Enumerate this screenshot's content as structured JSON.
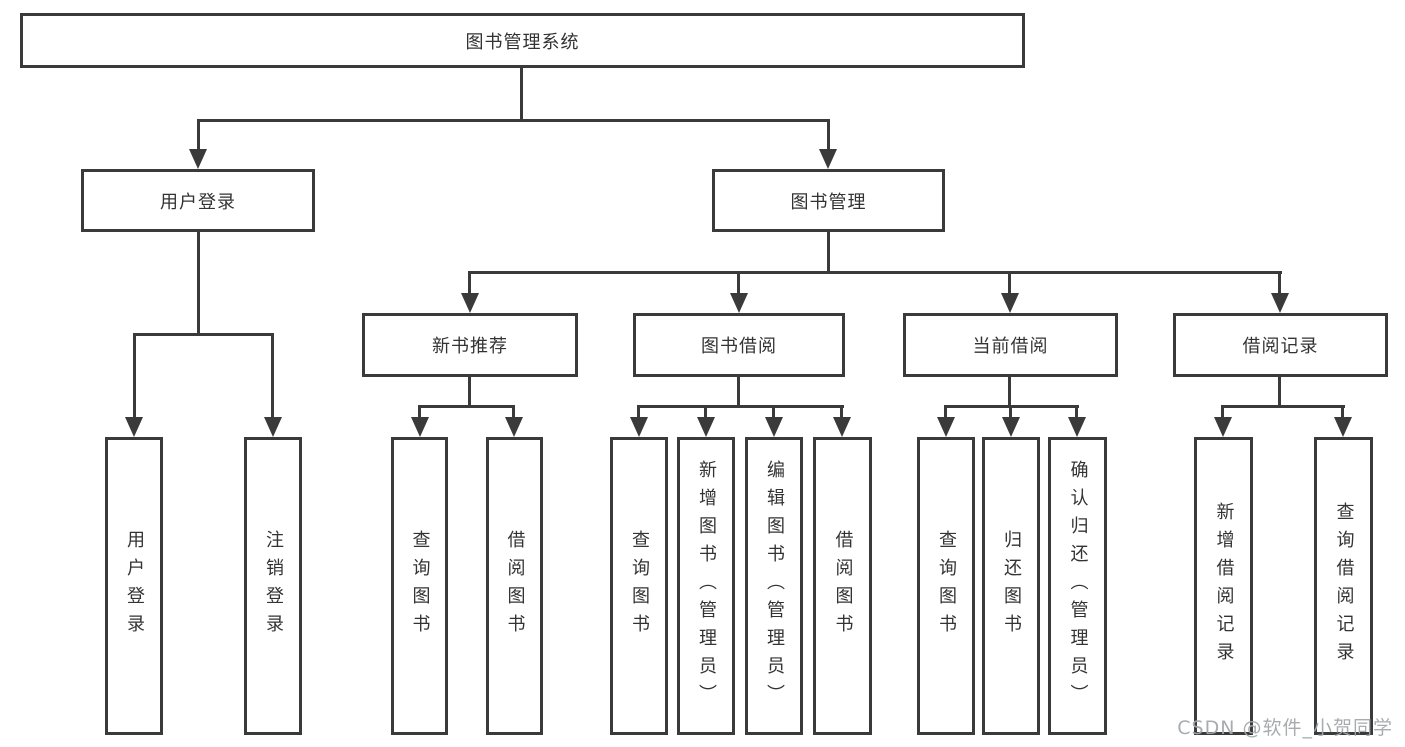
{
  "diagram": {
    "type": "tree",
    "nodes": {
      "root": "图书管理系统",
      "user_login": "用户登录",
      "book_mgmt": "图书管理",
      "new_book_rec": "新书推荐",
      "book_borrow": "图书借阅",
      "current_borrow": "当前借阅",
      "borrow_records": "借阅记录",
      "leaf_user_login": "用户登录",
      "leaf_logout": "注销登录",
      "leaf_nbr_query": "查询图书",
      "leaf_nbr_borrow": "借阅图书",
      "leaf_bb_query": "查询图书",
      "leaf_bb_add": "新增图书（管理员）",
      "leaf_bb_edit": "编辑图书（管理员）",
      "leaf_bb_borrow": "借阅图书",
      "leaf_cb_query": "查询图书",
      "leaf_cb_return": "归还图书",
      "leaf_cb_confirm": "确认归还（管理员）",
      "leaf_br_add": "新增借阅记录",
      "leaf_br_query": "查询借阅记录"
    },
    "tree": {
      "label": "图书管理系统",
      "children": [
        {
          "label": "用户登录",
          "children": [
            {
              "label": "用户登录"
            },
            {
              "label": "注销登录"
            }
          ]
        },
        {
          "label": "图书管理",
          "children": [
            {
              "label": "新书推荐",
              "children": [
                {
                  "label": "查询图书"
                },
                {
                  "label": "借阅图书"
                }
              ]
            },
            {
              "label": "图书借阅",
              "children": [
                {
                  "label": "查询图书"
                },
                {
                  "label": "新增图书（管理员）"
                },
                {
                  "label": "编辑图书（管理员）"
                },
                {
                  "label": "借阅图书"
                }
              ]
            },
            {
              "label": "当前借阅",
              "children": [
                {
                  "label": "查询图书"
                },
                {
                  "label": "归还图书"
                },
                {
                  "label": "确认归还（管理员）"
                }
              ]
            },
            {
              "label": "借阅记录",
              "children": [
                {
                  "label": "新增借阅记录"
                },
                {
                  "label": "查询借阅记录"
                }
              ]
            }
          ]
        }
      ]
    },
    "colors": {
      "line": "#3a3a3a",
      "box_background": "#ffffff",
      "text": "#333333",
      "watermark": "#a4a8ac",
      "background": "#ffffff"
    }
  },
  "watermark": {
    "text": "CSDN @软件_小贺同学"
  }
}
